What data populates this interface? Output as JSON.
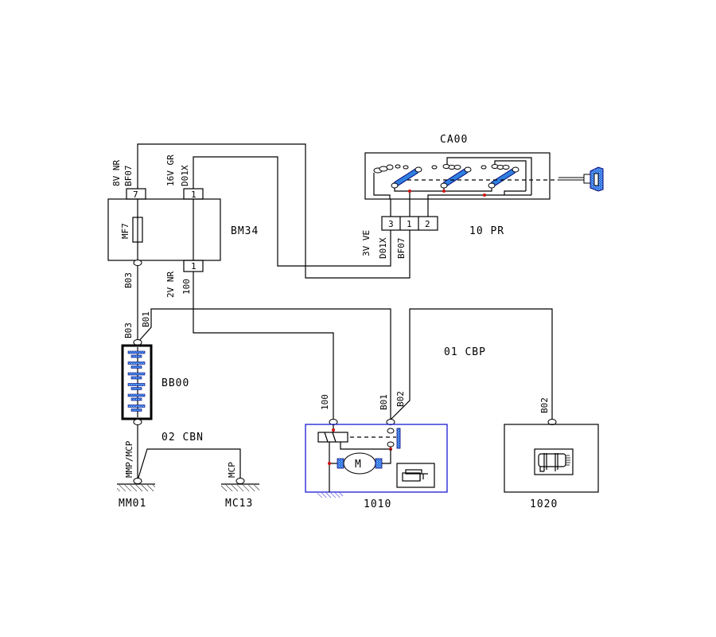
{
  "components": {
    "fuse_box": {
      "id": "BM34",
      "fuse": "MF7"
    },
    "ignition_switch": {
      "id": "CA00",
      "connector": "10 PR"
    },
    "battery": {
      "id": "BB00"
    },
    "starter": {
      "id": "1010"
    },
    "alternator": {
      "id": "1020"
    },
    "ground_main": {
      "id": "MM01",
      "wire": "MMP/MCP"
    },
    "ground_secondary": {
      "id": "MC13",
      "wire": "MCP"
    }
  },
  "harnesses": {
    "positive": "01 CBP",
    "negative": "02 CBN"
  },
  "connector_labels": {
    "bm34_top_left_conn": "8V NR",
    "bm34_top_left_wire": "BF07",
    "bm34_top_left_pin": "7",
    "bm34_top_right_conn": "16V GR",
    "bm34_top_right_wire": "D01X",
    "bm34_top_right_pin": "1",
    "bm34_bottom_conn": "2V NR",
    "bm34_bottom_wire": "100",
    "bm34_bottom_pin": "1",
    "bm34_bottom_left_wire": "B03",
    "ca00_conn": "3V VE",
    "ca00_wire_a": "D01X",
    "ca00_wire_b": "BF07",
    "ca00_pins": [
      "3",
      "1",
      "2"
    ]
  },
  "wire_labels": {
    "battery_top_a": "B03",
    "battery_top_b": "B01",
    "starter_in_100": "100",
    "starter_in_b01": "B01",
    "starter_in_b02": "B02",
    "alternator_in": "B02"
  },
  "symbols": {
    "motor": "M"
  }
}
